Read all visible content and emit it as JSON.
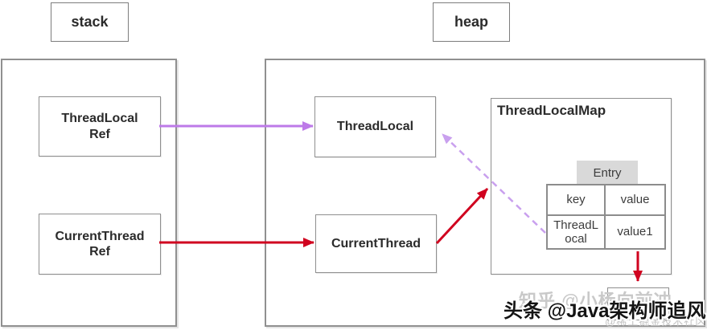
{
  "labels": {
    "stack": "stack",
    "heap": "heap"
  },
  "stack_region": {
    "boxes": [
      {
        "label": "ThreadLocal\nRef"
      },
      {
        "label": "CurrentThread\nRef"
      }
    ]
  },
  "heap_region": {
    "boxes": [
      {
        "label": "ThreadLocal"
      },
      {
        "label": "CurrentThread"
      }
    ],
    "threadlocalmap": {
      "title": "ThreadLocalMap",
      "entry_label": "Entry",
      "table": {
        "headers": [
          "key",
          "value"
        ],
        "rows": [
          [
            "ThreadL\nocal",
            "value1"
          ]
        ]
      }
    }
  },
  "arrows": [
    {
      "name": "threadlocalref-to-threadlocal",
      "style": "solid",
      "color": "#bd7ae8"
    },
    {
      "name": "currentthreadref-to-currentthread",
      "style": "solid",
      "color": "#d0021f"
    },
    {
      "name": "currentthread-to-threadlocalmap",
      "style": "solid",
      "color": "#d0021f"
    },
    {
      "name": "entry-key-to-threadlocal",
      "style": "dashed",
      "color": "#c9a0ee"
    },
    {
      "name": "value1-to-box-below",
      "style": "solid",
      "color": "#d0021f"
    }
  ],
  "watermarks": {
    "zhihu": "知乎 @小杨向前冲",
    "toutiao": "头条 @Java架构师追风",
    "juejin": "@稀土掘金技术社区"
  },
  "colors": {
    "red_arrow": "#d0021f",
    "purple_arrow": "#bd7ae8",
    "purple_dashed": "#c9a0ee",
    "box_border": "#8f8f8f",
    "entry_bg": "#d9d9d9"
  }
}
